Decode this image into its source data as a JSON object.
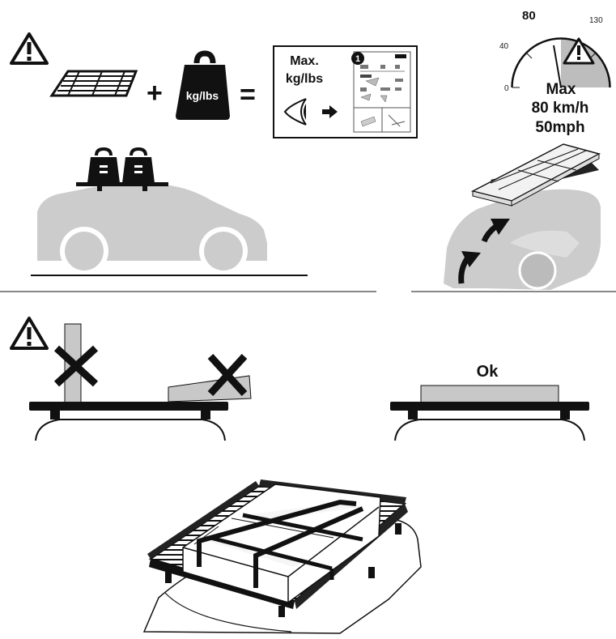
{
  "top_row": {
    "operator_plus": "+",
    "operator_equals": "=",
    "weight_label": "kg/lbs",
    "manual_box": {
      "line1": "Max.",
      "line2": "kg/lbs",
      "step_number": "1"
    }
  },
  "speedometer": {
    "tick_0": "0",
    "tick_40": "40",
    "tick_80": "80",
    "tick_130": "130",
    "max_label": "Max",
    "kmh_label": "80 km/h",
    "mph_label": "50mph"
  },
  "load_section": {
    "ok_label": "Ok"
  },
  "colors": {
    "car_gray": "#cccccc",
    "dark": "#111111",
    "load_gray": "#c8c8c8"
  }
}
